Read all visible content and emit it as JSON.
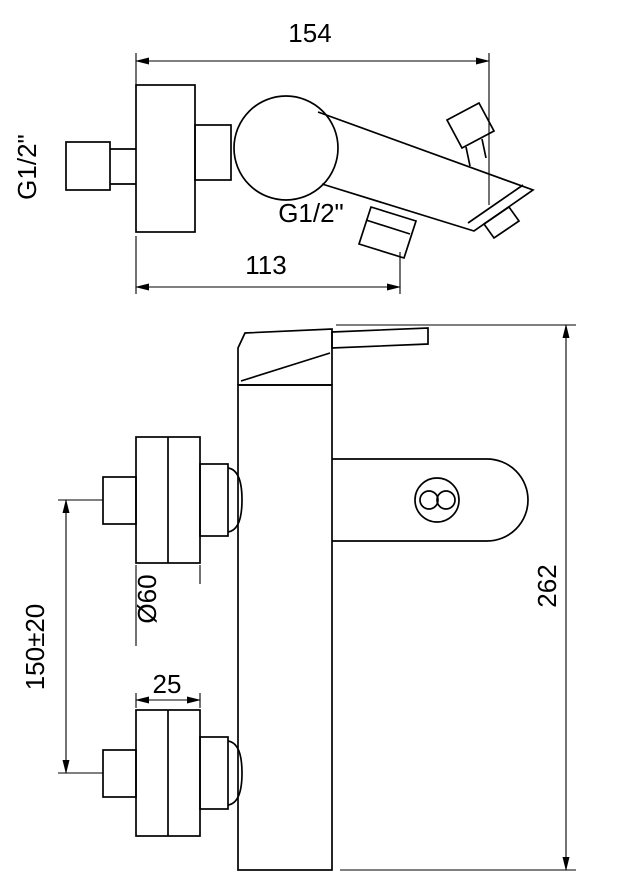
{
  "drawing_title": "wall-mounted-bath-mixer-technical-drawing",
  "colors": {
    "background": "#ffffff",
    "line": "#000000"
  },
  "top_view": {
    "dim_width": "154",
    "inlet_thread_label": "G1/2\"",
    "outlet_thread_label": "G1/2\"",
    "dim_reach": "113"
  },
  "front_view": {
    "dim_height": "262",
    "dim_escutcheon_diameter": "Ø60",
    "dim_inlet_centers": "150±20",
    "dim_escutcheon_depth": "25"
  }
}
